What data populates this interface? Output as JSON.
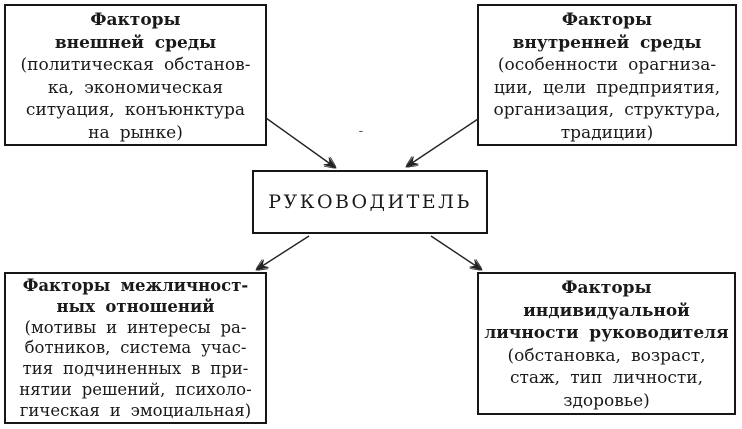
{
  "diagram": {
    "type": "factor-diagram",
    "center": {
      "label": "РУКОВОДИТЕЛЬ"
    },
    "boxes": {
      "top_left": {
        "title_lines": [
          "Факторы",
          "внешней среды"
        ],
        "body_lines": [
          "(политическая обстанов-",
          "ка, экономическая",
          "ситуация, конъюнктура",
          "на рынке)"
        ]
      },
      "top_right": {
        "title_lines": [
          "Факторы",
          "внутренней среды"
        ],
        "body_lines": [
          "(особенности орагниза-",
          "ции, цели предприятия,",
          "организация, структура,",
          "традиции)"
        ]
      },
      "bottom_left": {
        "title_lines": [
          "Факторы межличност-",
          "ных отношений"
        ],
        "body_lines": [
          "(мотивы и интересы ра-",
          "ботников, система учас-",
          "тия подчиненных в при-",
          "нятии решений, психоло-",
          "гическая и эмоциальная)"
        ]
      },
      "bottom_right": {
        "title_lines": [
          "Факторы",
          "индивидуальной",
          "личности руководителя"
        ],
        "body_lines": [
          "(обстановка, возраст,",
          "стаж, тип личности,",
          "здоровье)"
        ]
      }
    },
    "arrows": [
      {
        "from": "Факторы внешней среды",
        "to": "РУКОВОДИТЕЛЬ"
      },
      {
        "from": "Факторы внутренней среды",
        "to": "РУКОВОДИТЕЛЬ"
      },
      {
        "from": "РУКОВОДИТЕЛЬ",
        "to": "Факторы межличностных отношений"
      },
      {
        "from": "РУКОВОДИТЕЛЬ",
        "to": "Факторы индивидуальной личности руководителя"
      }
    ],
    "artifacts": {
      "stray_mark": "-"
    },
    "colors": {
      "background": "#ffffff",
      "border": "#161616",
      "text": "#1a1a1a",
      "arrow": "#222222"
    }
  }
}
